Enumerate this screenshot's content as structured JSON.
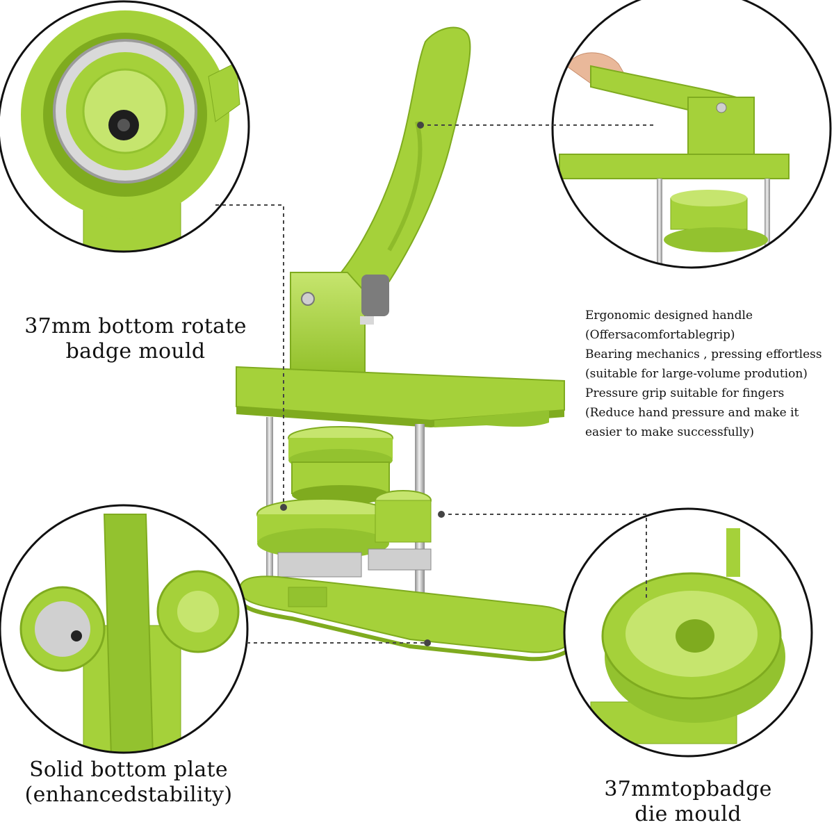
{
  "colors": {
    "green": "#a5d13a",
    "green_dark": "#7fab1f",
    "green_light": "#c6e56e",
    "steel": "#b9b9b9",
    "leader": "#444444"
  },
  "labels": {
    "bottom_rotate_mould": {
      "line1": "37mm bottom rotate",
      "line2": "badge mould"
    },
    "bottom_plate": {
      "line1": "Solid bottom plate",
      "line2": "(enhancedstability)"
    },
    "top_die_mould": {
      "line1": "37mmtopbadge",
      "line2": "die mould"
    }
  },
  "features": [
    "Ergonomic designed handle",
    "(Offersacomfortablegrip)",
    "Bearing mechanics , pressing effortless",
    "(suitable for large-volume prodution)",
    "Pressure grip suitable for fingers",
    "(Reduce hand pressure and make it",
    "easier to make successfully)"
  ]
}
